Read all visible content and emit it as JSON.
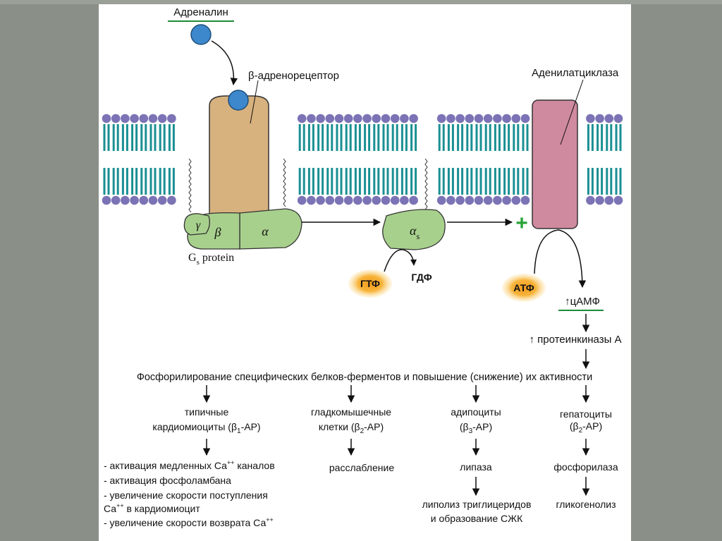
{
  "labels": {
    "adrenaline": "Адреналин",
    "receptor": "β-адренорецептор",
    "adenylate_cyclase": "Аденилатциклаза",
    "gamma": "γ",
    "beta": "β",
    "alpha": "α",
    "gs_protein": {
      "g": "G",
      "sub": "s",
      "rest": " protein"
    },
    "alpha_s": {
      "main": "α",
      "sub": "s"
    },
    "gtp": "ГТФ",
    "gdp": "ГДФ",
    "atp": "АТФ",
    "plus": "+",
    "camp": "↑цАМФ",
    "pka": "↑ протеинкиназы А",
    "phosphorylation": "Фосфорилирование специфических белков-ферментов и повышение (снижение) их активности"
  },
  "columns": [
    {
      "title": [
        "типичные",
        "кардиомиоциты (β1-АР)"
      ],
      "effects": [
        "- активация медленных Са++ каналов",
        "- активация фосфоламбана",
        "- увеличение скорости поступления",
        "Са++ в кардиомиоцит",
        "- увеличение скорости возврата Са++"
      ]
    },
    {
      "title": [
        "гладкомышечные",
        "клетки (β2-АР)"
      ],
      "effects": [
        "расслабление"
      ]
    },
    {
      "title": [
        "адипоциты",
        "(β3-АР)"
      ],
      "effects": [
        "липаза"
      ],
      "final": [
        "липолиз триглицеридов",
        "и образование СЖК"
      ]
    },
    {
      "title": [
        "гепатоциты",
        "(β2-АР)"
      ],
      "effects": [
        "фосфорилаза"
      ],
      "final": [
        "гликогенолиз"
      ]
    }
  ],
  "colors": {
    "background": "#8a9088",
    "slide": "#ffffff",
    "lipid_head": "#7b73b5",
    "lipid_tail": "#1a8f93",
    "receptor": "#d7b17e",
    "g_protein": "#a8d08d",
    "adenylate_cyclase": "#cf8a9f",
    "adrenaline": "#3d87cc",
    "glow_center": "#f39c1f",
    "glow_edge": "#fde7b0",
    "underline": "#1f8a3a",
    "plus": "#27a336"
  }
}
